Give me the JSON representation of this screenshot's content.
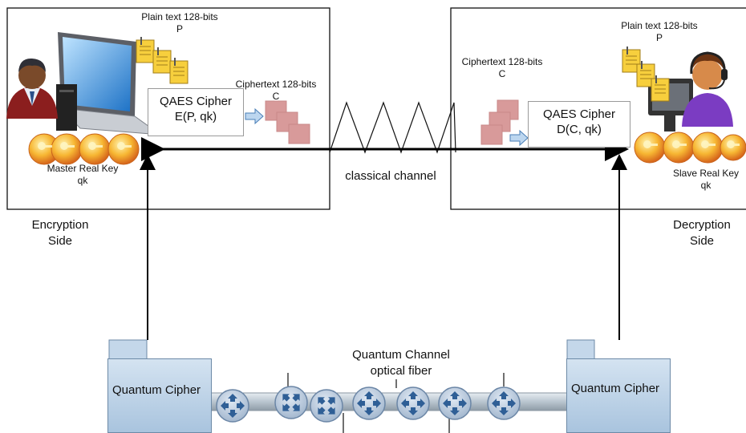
{
  "encryption": {
    "plain_line1": "Plain text 128-bits",
    "plain_line2": "P",
    "cipher_line1": "Ciphertext 128-bits",
    "cipher_line2": "C",
    "box_line1": "QAES Cipher",
    "box_line2": "E(P, qk)",
    "key_line1": "Master Real Key",
    "key_line2": "qk",
    "side_line1": "Encryption",
    "side_line2": "Side"
  },
  "decryption": {
    "plain_line1": "Plain text 128-bits",
    "plain_line2": "P",
    "cipher_line1": "Ciphertext 128-bits",
    "cipher_line2": "C",
    "box_line1": "QAES Cipher",
    "box_line2": "D(C, qk)",
    "key_line1": "Slave Real Key",
    "key_line2": "qk",
    "side_line1": "Decryption",
    "side_line2": "Side"
  },
  "classical_channel_label": "classical channel",
  "quantum": {
    "channel_line1": "Quantum Channel",
    "channel_line2": "optical fiber",
    "left_box_label": "Quantum Cipher",
    "right_box_label": "Quantum Cipher"
  },
  "icons": {
    "sender": "person-at-laptop-icon",
    "receiver": "person-with-headset-icon",
    "document": "document-with-paperclip-icon",
    "key": "golden-key-icon",
    "router": "network-router-icon"
  },
  "colors": {
    "fiber": "#b9c5cf",
    "router": "#2f5f96",
    "key": "#f0a33a",
    "ciphertext": "#d89a9a",
    "quantum_box": "#a9c4de"
  }
}
